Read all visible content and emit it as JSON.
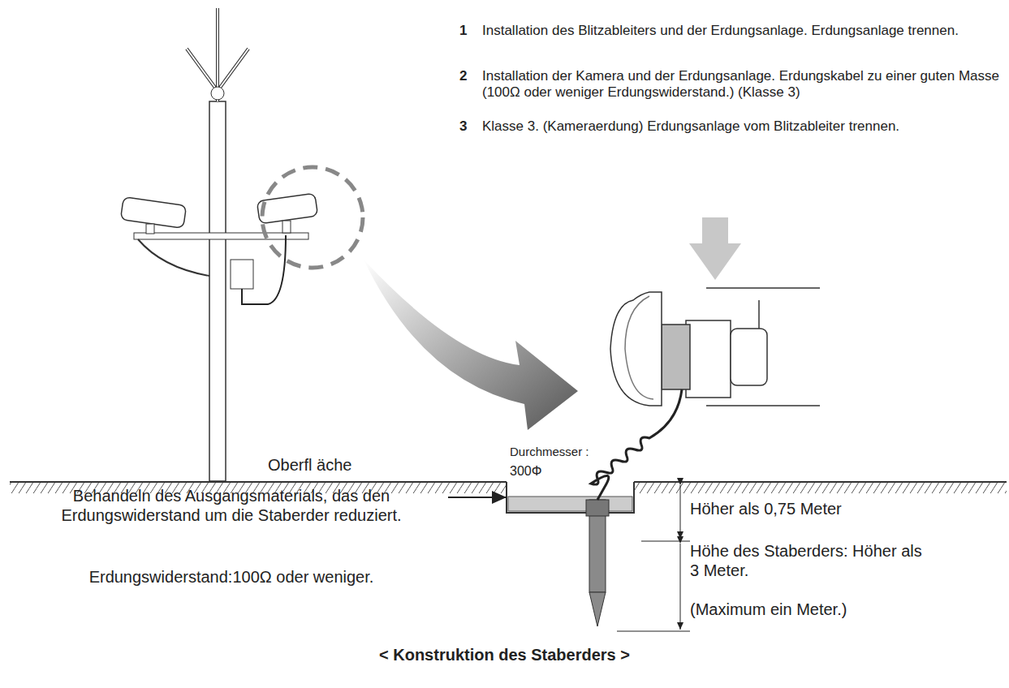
{
  "diagram": {
    "caption": "< Konstruktion des Staberders >",
    "labels": [
      "1",
      "Installation des Blitzableiters und der Erdungsanlage. Erdungsanlage trennen.",
      "2",
      "Installation der Kamera und der Erdungsanlage. Erdungskabel zu einer guten Masse (100Ω oder weniger Erdungswiderstand.) (Klasse 3)",
      "3",
      "Klasse 3. (Kameraerdung) Erdungsanlage vom Blitzableiter trennen.",
      "Oberfl äche",
      "Durchmesser :",
      "300Φ",
      "Behandeln des Ausgangsmaterials, das den Erdungswiderstand um die Staberder reduziert.",
      "Erdungswiderstand:100Ω oder weniger.",
      "Höher als 0,75 Meter",
      "Höhe des Staberders: Höher als 3 Meter.",
      "(Maximum ein Meter.)"
    ]
  }
}
